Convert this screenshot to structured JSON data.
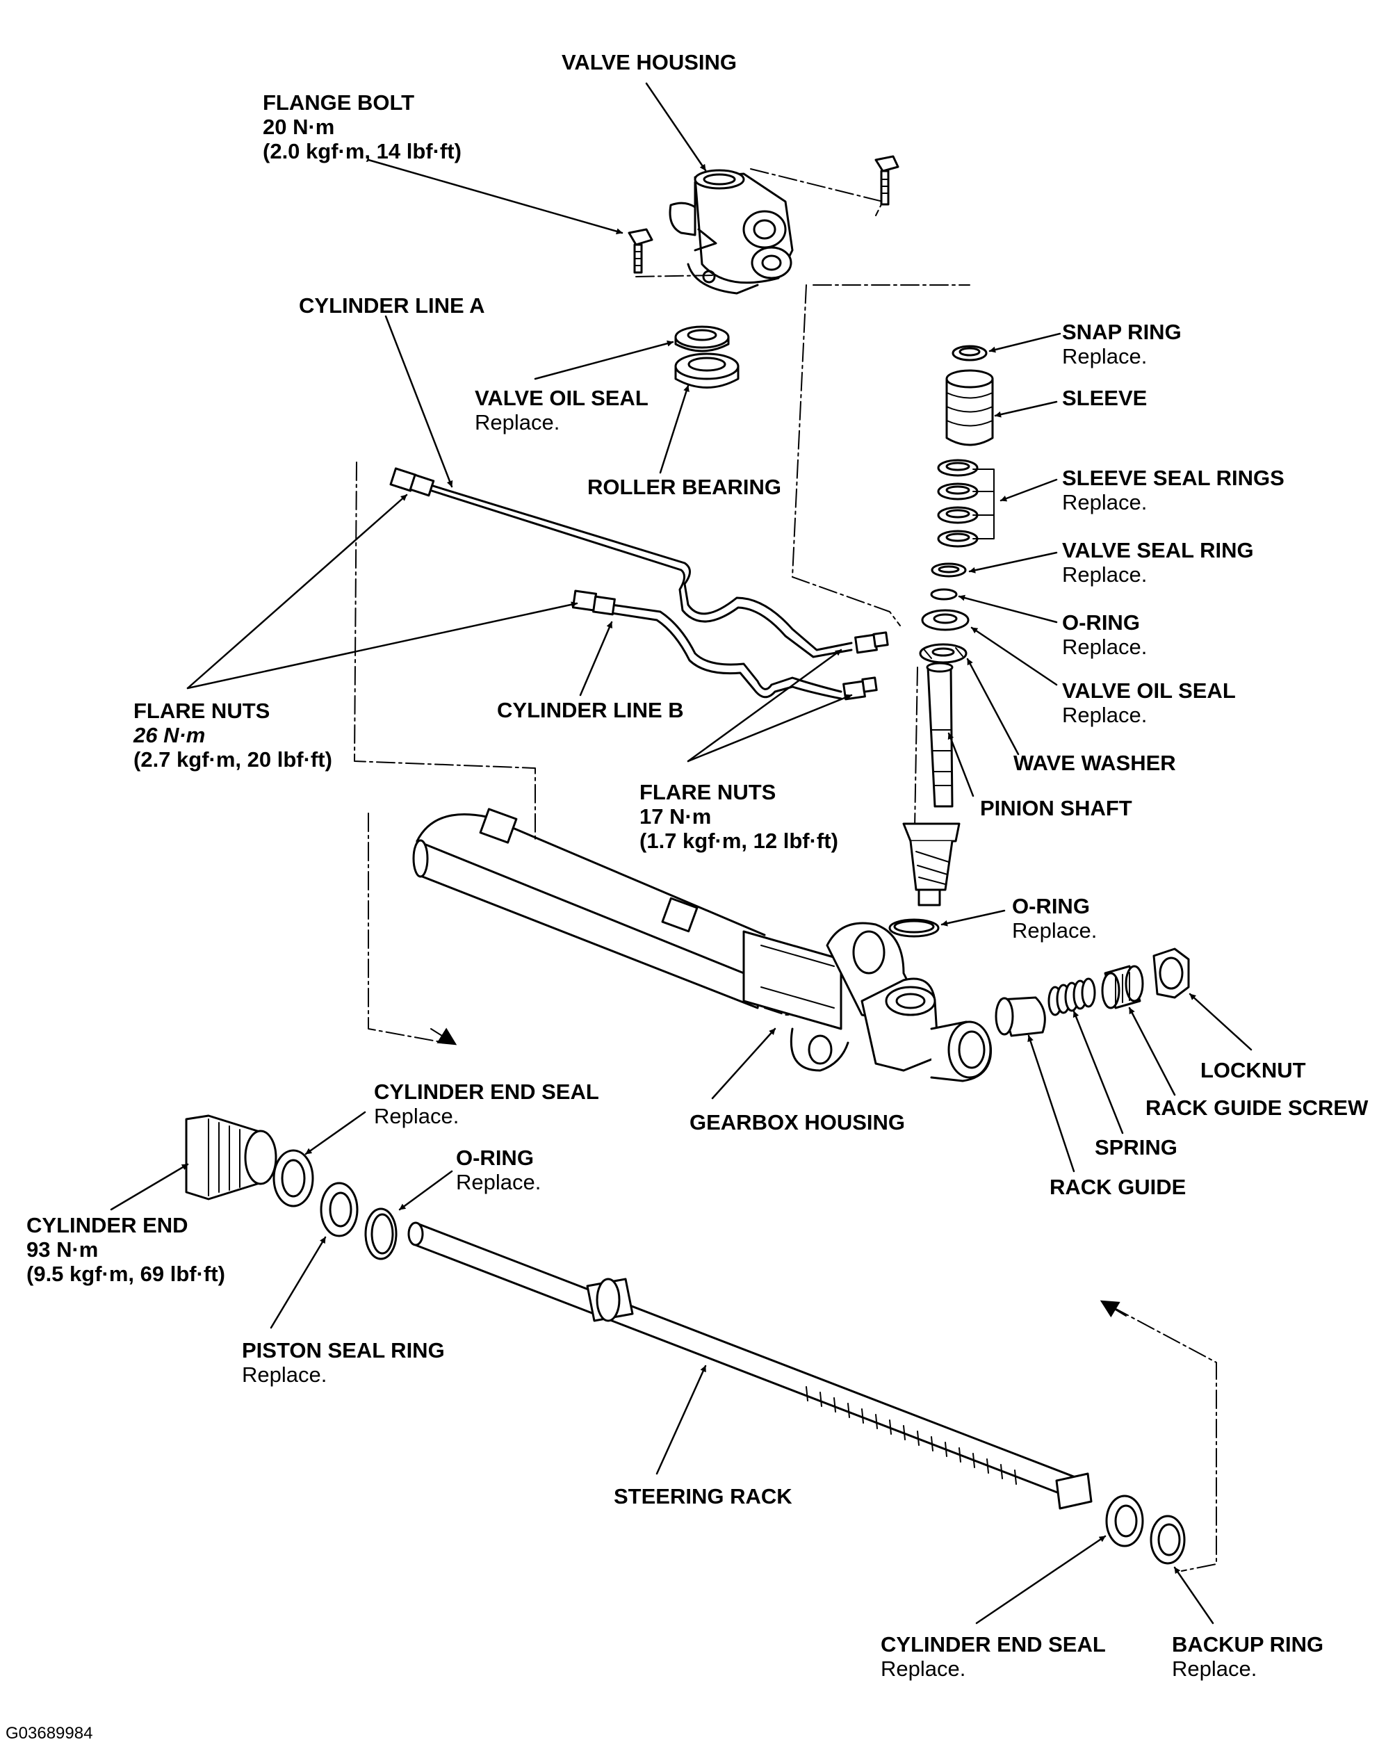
{
  "figure_id": "G03689984",
  "labels": {
    "valve_housing": {
      "name": "VALVE HOUSING"
    },
    "flange_bolt": {
      "name": "FLANGE BOLT",
      "torque": "20 N·m",
      "torque_alt": "(2.0 kgf·m, 14 lbf·ft)"
    },
    "cylinder_line_a": {
      "name": "CYLINDER LINE A"
    },
    "valve_oil_seal_top": {
      "name": "VALVE OIL SEAL",
      "note": "Replace."
    },
    "roller_bearing": {
      "name": "ROLLER BEARING"
    },
    "snap_ring": {
      "name": "SNAP RING",
      "note": "Replace."
    },
    "sleeve": {
      "name": "SLEEVE"
    },
    "sleeve_seal_rings": {
      "name": "SLEEVE SEAL RINGS",
      "note": "Replace."
    },
    "valve_seal_ring": {
      "name": "VALVE SEAL RING",
      "note": "Replace."
    },
    "o_ring_valve": {
      "name": "O-RING",
      "note": "Replace."
    },
    "valve_oil_seal_lower": {
      "name": "VALVE OIL SEAL",
      "note": "Replace."
    },
    "wave_washer": {
      "name": "WAVE WASHER"
    },
    "pinion_shaft": {
      "name": "PINION SHAFT"
    },
    "flare_nuts_26": {
      "name": "FLARE NUTS",
      "torque": "26 N·m",
      "torque_alt": "(2.7 kgf·m, 20 lbf·ft)"
    },
    "cylinder_line_b": {
      "name": "CYLINDER LINE B"
    },
    "flare_nuts_17": {
      "name": "FLARE NUTS",
      "torque": "17 N·m",
      "torque_alt": "(1.7 kgf·m, 12 lbf·ft)"
    },
    "o_ring_gearbox": {
      "name": "O-RING",
      "note": "Replace."
    },
    "locknut": {
      "name": "LOCKNUT"
    },
    "rack_guide_screw": {
      "name": "RACK GUIDE SCREW"
    },
    "spring": {
      "name": "SPRING"
    },
    "rack_guide": {
      "name": "RACK GUIDE"
    },
    "gearbox_housing": {
      "name": "GEARBOX HOUSING"
    },
    "cylinder_end_seal_top": {
      "name": "CYLINDER END SEAL",
      "note": "Replace."
    },
    "o_ring_cylinder": {
      "name": "O-RING",
      "note": "Replace."
    },
    "cylinder_end": {
      "name": "CYLINDER END",
      "torque": "93 N·m",
      "torque_alt": "(9.5 kgf·m, 69 lbf·ft)"
    },
    "piston_seal_ring": {
      "name": "PISTON SEAL RING",
      "note": "Replace."
    },
    "steering_rack": {
      "name": "STEERING RACK"
    },
    "cylinder_end_seal_bottom": {
      "name": "CYLINDER END SEAL",
      "note": "Replace."
    },
    "backup_ring": {
      "name": "BACKUP RING",
      "note": "Replace."
    }
  }
}
